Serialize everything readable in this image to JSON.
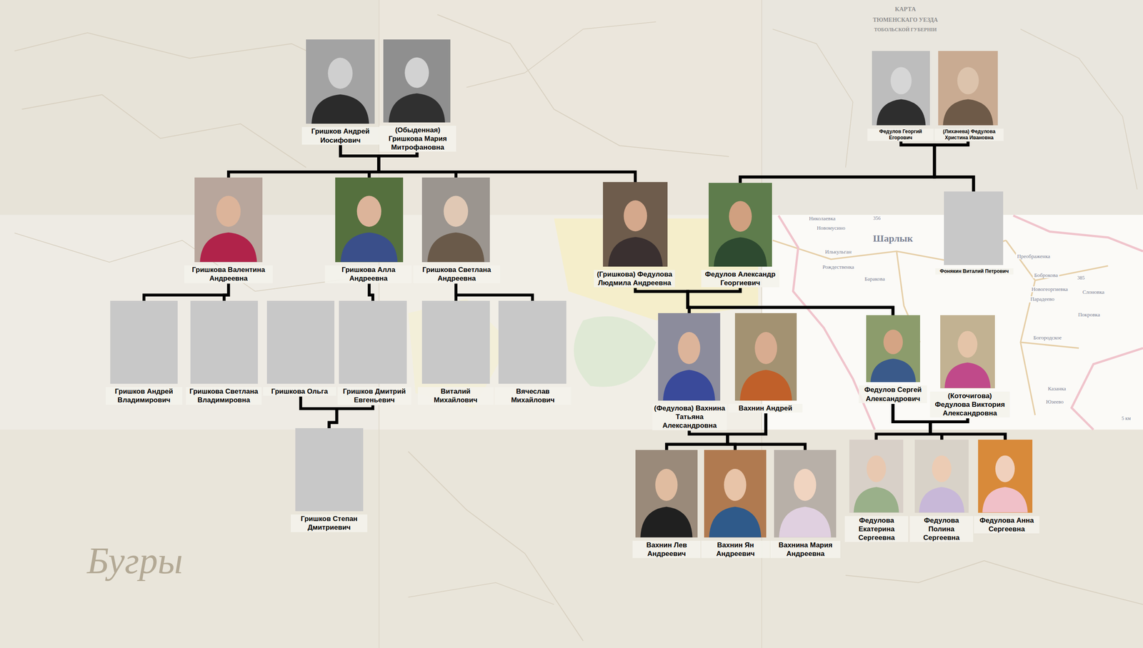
{
  "diagram": {
    "nodes": [
      {
        "text": [
          "Гришков Андрей Иосифович"
        ]
      },
      {
        "text": [
          "(Обыденная) Гришкова Мария Митрофановна"
        ]
      },
      {
        "text": [
          "Федулов Георгий Егорович"
        ]
      },
      {
        "text": [
          "(Лихачева) Федулова Христина Ивановна"
        ]
      },
      {
        "text": [
          "Гришкова Валентина Андреевна"
        ]
      },
      {
        "text": [
          "Гришкова Алла Андреевна"
        ]
      },
      {
        "text": [
          "Гришкова Светлана Андреевна"
        ]
      },
      {
        "text": [
          "(Гришкова) Федулова Людмила Андреевна"
        ]
      },
      {
        "text": [
          "Федулов Александр Георгиевич"
        ]
      },
      {
        "text": [
          "Фонякин Виталий Петрович"
        ]
      },
      {
        "text": [
          "Гришков Андрей Владимирович"
        ]
      },
      {
        "text": [
          "Гришкова Светлана Владимировна"
        ]
      },
      {
        "text": [
          "Гришкова Ольга"
        ]
      },
      {
        "text": [
          "Гришков Дмитрий Евгеньевич"
        ]
      },
      {
        "text": [
          "Виталий Михайлович"
        ]
      },
      {
        "text": [
          "Вячеслав Михайлович"
        ]
      },
      {
        "text": [
          "(Федулова) Вахнина Татьяна Александровна"
        ]
      },
      {
        "text": [
          "Вахнин Андрей"
        ]
      },
      {
        "text": [
          "Федулов Сергей Александрович"
        ]
      },
      {
        "text": [
          "(Коточигова) Федулова Виктория Александровна"
        ]
      },
      {
        "text": [
          "Гришков Степан Дмитриевич"
        ]
      },
      {
        "text": [
          "Вахнин Лев Андреевич"
        ]
      },
      {
        "text": [
          "Вахнин Ян Андреевич"
        ]
      },
      {
        "text": [
          "Вахнина Мария Андреевна"
        ]
      },
      {
        "text": [
          "Федулова Екатерина Сергеевна"
        ]
      },
      {
        "text": [
          "Федулова Полина Сергеевна"
        ]
      },
      {
        "text": [
          "Федулова Анна Сергеевна"
        ]
      }
    ],
    "edges": [
      {
        "from": 0,
        "to": 4,
        "arrow": "none"
      },
      {
        "from": 0,
        "to": 5,
        "arrow": "none"
      },
      {
        "from": 0,
        "to": 6,
        "arrow": "none"
      },
      {
        "from": 0,
        "to": 7,
        "arrow": "none"
      },
      {
        "from": 1,
        "to": 4,
        "arrow": "none"
      },
      {
        "from": 1,
        "to": 5,
        "arrow": "none"
      },
      {
        "from": 1,
        "to": 6,
        "arrow": "none"
      },
      {
        "from": 1,
        "to": 7,
        "arrow": "none"
      },
      {
        "from": 2,
        "to": 8,
        "arrow": "none"
      },
      {
        "from": 2,
        "to": 9,
        "arrow": "none"
      },
      {
        "from": 3,
        "to": 8,
        "arrow": "none"
      },
      {
        "from": 3,
        "to": 9,
        "arrow": "none"
      },
      {
        "from": 4,
        "to": 10,
        "arrow": "none"
      },
      {
        "from": 4,
        "to": 11,
        "arrow": "none"
      },
      {
        "from": 5,
        "to": 13,
        "arrow": "none"
      },
      {
        "from": 6,
        "to": 14,
        "arrow": "none"
      },
      {
        "from": 6,
        "to": 15,
        "arrow": "none"
      },
      {
        "from": 7,
        "to": 16,
        "arrow": "none"
      },
      {
        "from": 7,
        "to": 18,
        "arrow": "none"
      },
      {
        "from": 8,
        "to": 16,
        "arrow": "none"
      },
      {
        "from": 8,
        "to": 18,
        "arrow": "none"
      },
      {
        "from": 12,
        "to": 20,
        "arrow": "none"
      },
      {
        "from": 13,
        "to": 20,
        "arrow": "none"
      },
      {
        "from": 16,
        "to": 21,
        "arrow": "none"
      },
      {
        "from": 16,
        "to": 22,
        "arrow": "none"
      },
      {
        "from": 16,
        "to": 23,
        "arrow": "none"
      },
      {
        "from": 17,
        "to": 21,
        "arrow": "none"
      },
      {
        "from": 17,
        "to": 22,
        "arrow": "none"
      },
      {
        "from": 17,
        "to": 23,
        "arrow": "none"
      },
      {
        "from": 18,
        "to": 24,
        "arrow": "none"
      },
      {
        "from": 18,
        "to": 25,
        "arrow": "none"
      },
      {
        "from": 18,
        "to": 26,
        "arrow": "none"
      },
      {
        "from": 19,
        "to": 24,
        "arrow": "none"
      },
      {
        "from": 19,
        "to": 25,
        "arrow": "none"
      },
      {
        "from": 19,
        "to": 26,
        "arrow": "none"
      }
    ],
    "labels": [
      "КАРТА",
      "ТЮМЕНСКАГО УЕЗДА",
      "ТОБОЛЬСКОЙ ГУБЕРНІИ",
      "Николаевка",
      "Новомусино",
      "356",
      "Шарлык",
      "Илькульган",
      "Рождественка",
      "Баракова",
      "Преображенка",
      "Боброкова",
      "385",
      "Новогеоргиевка",
      "Парадеево",
      "Слоновка",
      "Покровка",
      "Богородское",
      "Казанка",
      "Юзеево",
      "5 км",
      "Бугры"
    ]
  }
}
